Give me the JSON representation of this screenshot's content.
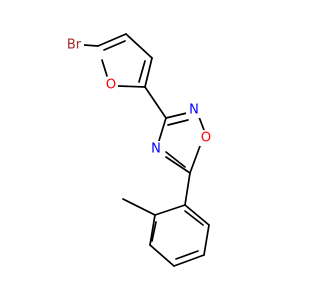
{
  "molecule": {
    "atoms": {
      "br": {
        "symbol": "Br",
        "color": "#a52a2a"
      },
      "o_furan": {
        "symbol": "O",
        "color": "#ff0000"
      },
      "n_top": {
        "symbol": "N",
        "color": "#0000ff"
      },
      "o_oxadiazole": {
        "symbol": "O",
        "color": "#ff0000"
      },
      "n_left": {
        "symbol": "N",
        "color": "#0000ff"
      }
    },
    "bond_color": "#000000"
  }
}
